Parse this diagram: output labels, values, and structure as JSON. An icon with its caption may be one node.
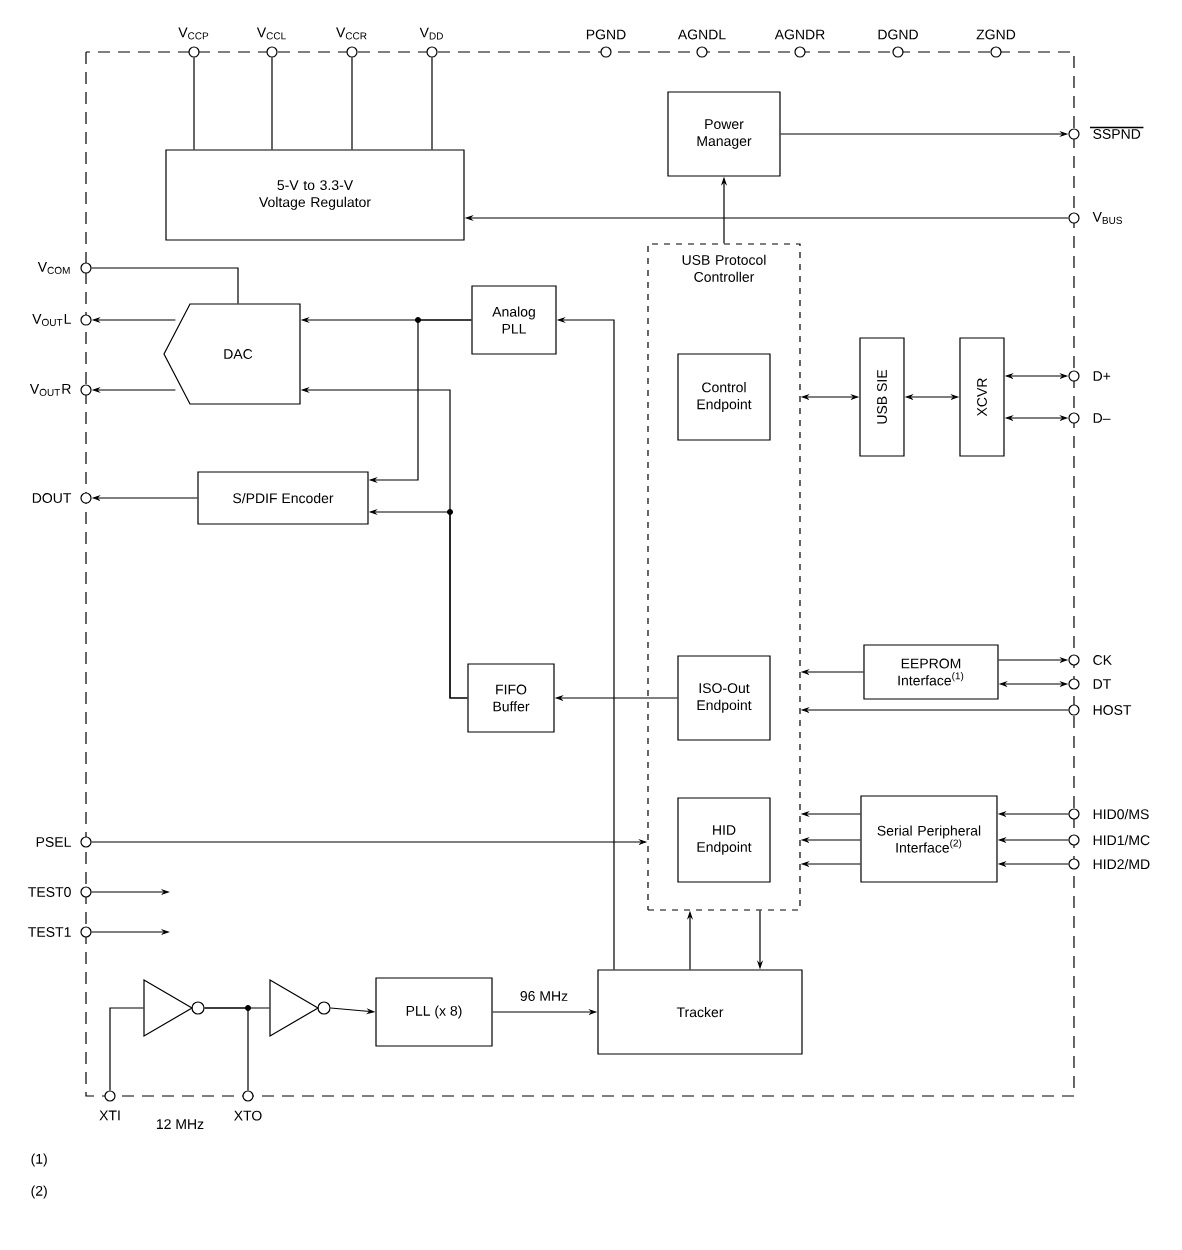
{
  "diagram": {
    "nodes": [
      {
        "text": [],
        "shape": "circle",
        "beside": [
          "V$_{CCP}$"
        ]
      },
      {
        "text": [],
        "shape": "circle",
        "beside": [
          "V$_{CCL}$"
        ]
      },
      {
        "text": [],
        "shape": "circle",
        "beside": [
          "V$_{CCR}$"
        ]
      },
      {
        "text": [],
        "shape": "circle",
        "beside": [
          "V$_{DD}$"
        ]
      },
      {
        "text": [],
        "shape": "circle",
        "beside": [
          "PGND"
        ]
      },
      {
        "text": [],
        "shape": "circle",
        "beside": [
          "AGNDL"
        ]
      },
      {
        "text": [],
        "shape": "circle",
        "beside": [
          "AGNDR"
        ]
      },
      {
        "text": [],
        "shape": "circle",
        "beside": [
          "DGND"
        ]
      },
      {
        "text": [],
        "shape": "circle",
        "beside": [
          "ZGND"
        ]
      },
      {
        "text": [
          "Power Manager"
        ]
      },
      {
        "text": [],
        "shape": "circle",
        "beside": [
          "SSPND"
        ]
      },
      {
        "text": [
          "5-V to 3.3-V Voltage Regulator"
        ]
      },
      {
        "text": [],
        "shape": "circle",
        "beside": [
          "V$_{BUS}$"
        ]
      },
      {
        "text": [],
        "shape": "circle",
        "beside": [
          "V$_{COM}$"
        ]
      },
      {
        "text": [],
        "shape": "circle",
        "beside": [
          "V$_{OUT}$L"
        ]
      },
      {
        "text": [],
        "shape": "circle",
        "beside": [
          "V$_{OUT}$R"
        ]
      },
      {
        "text": [
          "DAC"
        ]
      },
      {
        "text": [
          "Analog PLL"
        ]
      },
      {
        "text": [
          "USB Protocol Controller"
        ]
      },
      {
        "text": [
          "Control Endpoint"
        ],
        "in": 18
      },
      {
        "text": [
          "USB SIE"
        ]
      },
      {
        "text": [
          "XCVR"
        ]
      },
      {
        "text": [],
        "shape": "circle",
        "beside": [
          "D+"
        ]
      },
      {
        "text": [],
        "shape": "circle",
        "beside": [
          "D–"
        ]
      },
      {
        "text": [],
        "shape": "circle",
        "beside": [
          "DOUT"
        ]
      },
      {
        "text": [
          "S/PDIF Encoder"
        ]
      },
      {
        "text": [
          "FIFO Buffer"
        ]
      },
      {
        "text": [
          "ISO-Out Endpoint"
        ],
        "in": 18
      },
      {
        "text": [
          "EEPROM Interface$^{(1)}$"
        ]
      },
      {
        "text": [],
        "shape": "circle",
        "beside": [
          "CK"
        ]
      },
      {
        "text": [],
        "shape": "circle",
        "beside": [
          "DT"
        ]
      },
      {
        "text": [],
        "shape": "circle",
        "beside": [
          "HOST"
        ]
      },
      {
        "text": [],
        "shape": "circle",
        "beside": [
          "PSEL"
        ]
      },
      {
        "text": [
          "HID Endpoint"
        ],
        "in": 18
      },
      {
        "text": [
          "Serial Peripheral Interface$^{(2)}$"
        ]
      },
      {
        "text": [],
        "shape": "circle",
        "beside": [
          "HID0/MS"
        ]
      },
      {
        "text": [],
        "shape": "circle",
        "beside": [
          "HID1/MC"
        ]
      },
      {
        "text": [],
        "shape": "circle",
        "beside": [
          "HID2/MD"
        ]
      },
      {
        "text": [],
        "shape": "circle",
        "beside": [
          "TEST0"
        ]
      },
      {
        "text": [],
        "shape": "circle",
        "beside": [
          "TEST1"
        ]
      },
      {
        "text": [],
        "shape": "triangle"
      },
      {
        "text": [],
        "shape": "triangle"
      },
      {
        "text": [
          "PLL (x 8)"
        ]
      },
      {
        "text": [
          "Tracker"
        ]
      },
      {
        "text": [],
        "shape": "circle",
        "beside": [
          "XTI"
        ]
      },
      {
        "text": [],
        "shape": "circle",
        "beside": [
          "XTO"
        ]
      }
    ],
    "edges": [
      {
        "from": 0,
        "to": 11,
        "arrow": "none"
      },
      {
        "from": 1,
        "to": 11,
        "arrow": "none"
      },
      {
        "from": 2,
        "to": 11,
        "arrow": "none"
      },
      {
        "from": 3,
        "to": 11,
        "arrow": "none"
      },
      {
        "from": 12,
        "to": 11,
        "arrow": "to"
      },
      {
        "from": 18,
        "to": 9,
        "arrow": "to"
      },
      {
        "from": 9,
        "to": 10,
        "arrow": "to"
      },
      {
        "from": 13,
        "to": 16,
        "arrow": "none"
      },
      {
        "from": 16,
        "to": 14,
        "arrow": "to"
      },
      {
        "from": 16,
        "to": 15,
        "arrow": "to"
      },
      {
        "from": 17,
        "to": 16,
        "arrow": "to"
      },
      {
        "from": 17,
        "to": 25,
        "arrow": "to"
      },
      {
        "from": 26,
        "to": 16,
        "arrow": "to"
      },
      {
        "from": 26,
        "to": 25,
        "arrow": "to"
      },
      {
        "from": 25,
        "to": 24,
        "arrow": "to"
      },
      {
        "from": 43,
        "to": 17,
        "arrow": "to"
      },
      {
        "from": 27,
        "to": 26,
        "arrow": "to"
      },
      {
        "from": 18,
        "to": 20,
        "arrow": "both"
      },
      {
        "from": 20,
        "to": 21,
        "arrow": "both"
      },
      {
        "from": 21,
        "to": 22,
        "arrow": "both"
      },
      {
        "from": 21,
        "to": 23,
        "arrow": "both"
      },
      {
        "from": 28,
        "to": 18,
        "arrow": "to"
      },
      {
        "from": 28,
        "to": 29,
        "arrow": "to"
      },
      {
        "from": 28,
        "to": 30,
        "arrow": "both"
      },
      {
        "from": 31,
        "to": 18,
        "arrow": "to"
      },
      {
        "from": 34,
        "to": 18,
        "arrow": "to"
      },
      {
        "from": 34,
        "to": 18,
        "arrow": "to"
      },
      {
        "from": 34,
        "to": 18,
        "arrow": "to"
      },
      {
        "from": 35,
        "to": 34,
        "arrow": "to"
      },
      {
        "from": 36,
        "to": 34,
        "arrow": "to"
      },
      {
        "from": 37,
        "to": 34,
        "arrow": "to"
      },
      {
        "from": 32,
        "to": 18,
        "arrow": "to"
      },
      {
        "from": 38,
        "to": null,
        "arrow": "to"
      },
      {
        "from": 39,
        "to": null,
        "arrow": "to"
      },
      {
        "from": 44,
        "to": 40,
        "arrow": "none"
      },
      {
        "from": 40,
        "to": 41,
        "arrow": "none"
      },
      {
        "from": 40,
        "to": 45,
        "arrow": "none"
      },
      {
        "from": 41,
        "to": 42,
        "arrow": "to"
      },
      {
        "from": 42,
        "to": 43,
        "arrow": "to",
        "label": "96 MHz"
      },
      {
        "from": 43,
        "to": 18,
        "arrow": "to"
      },
      {
        "from": 18,
        "to": 43,
        "arrow": "to"
      }
    ],
    "labels": [
      "12 MHz",
      "(1)",
      "(2)"
    ]
  }
}
